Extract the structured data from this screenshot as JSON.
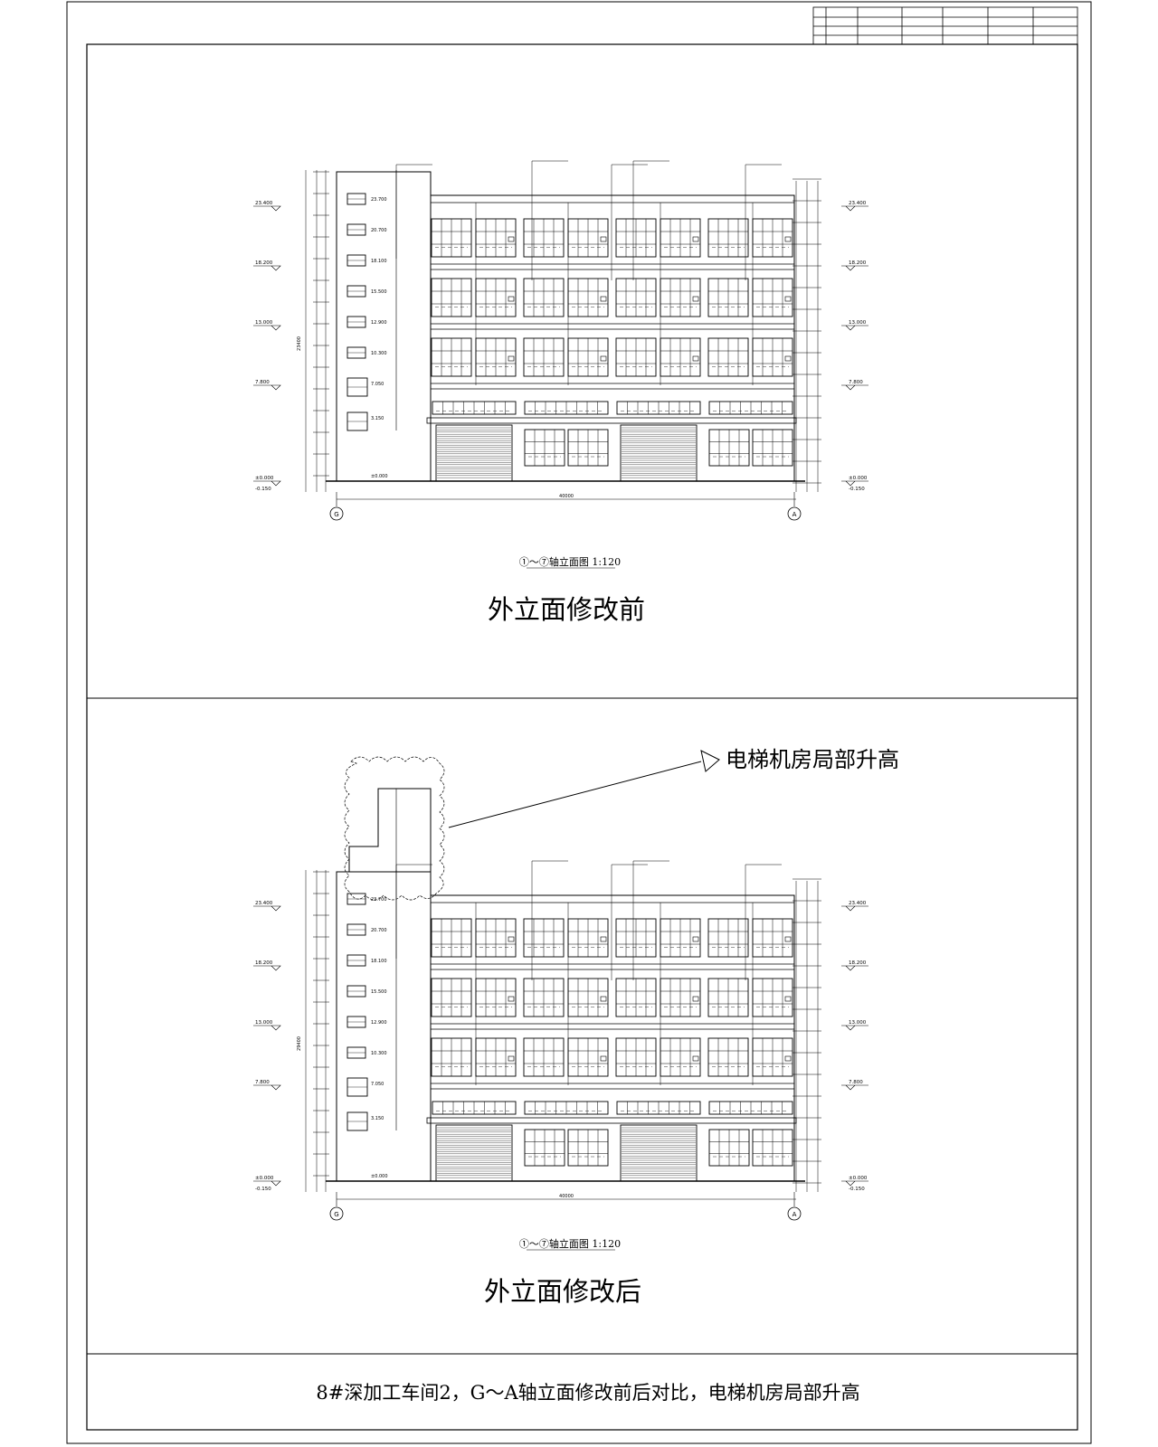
{
  "drawing_sheet": {
    "upper": {
      "view_caption": "①～⑦轴立面图 1:120",
      "caption": "外立面修改前"
    },
    "lower": {
      "view_caption": "①～⑦轴立面图 1:120",
      "caption": "外立面修改后",
      "note": "电梯机房局部升高"
    },
    "footer_title": "8#深加工车间2，G～A轴立面修改前后对比，电梯机房局部升高",
    "axes": {
      "left": "G",
      "right": "A"
    },
    "total_width": "40000",
    "levels_left": [
      "23.400",
      "18.200",
      "13.000",
      "7.800",
      "±0.000",
      "-0.150"
    ],
    "levels_right": [
      "23.400",
      "18.200",
      "13.000",
      "7.800",
      "±0.000",
      "-0.150"
    ],
    "stair_levels": [
      "23.700",
      "20.700",
      "18.100",
      "15.500",
      "12.900",
      "10.300",
      "7.050",
      "3.150"
    ],
    "ground_level": "±0.000",
    "overall_height_before": "23400",
    "overall_height_after": "29400"
  }
}
